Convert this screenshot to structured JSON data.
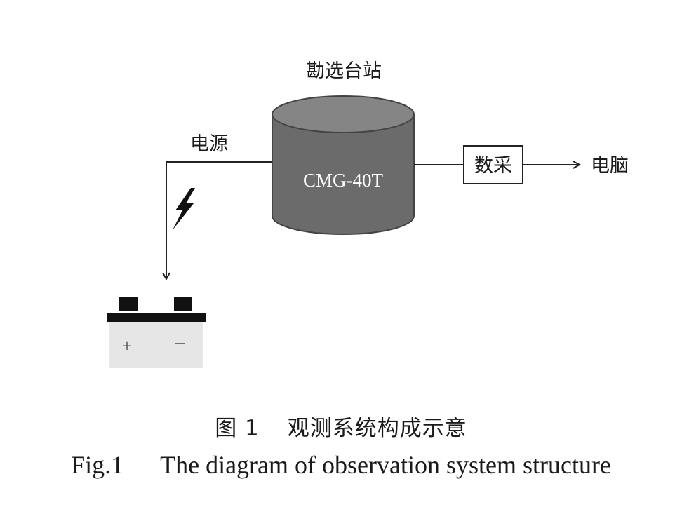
{
  "diagram": {
    "station_label": "勘选台站",
    "device_label": "CMG-40T",
    "power_label": "电源",
    "daq_label": "数采",
    "computer_label": "电脑",
    "battery_plus": "+",
    "battery_minus": "−"
  },
  "caption": {
    "cn_number": "图 1",
    "cn_text": "观测系统构成示意",
    "en_number": "Fig.1",
    "en_text": "The diagram of observation system structure"
  },
  "colors": {
    "cylinder_body": "#6b6b6b",
    "cylinder_top": "#7d7d7d",
    "line": "#222222",
    "battery_body": "#e6e6e6"
  },
  "icons": [
    "lightning-bolt-icon",
    "battery-icon",
    "arrow-right-icon",
    "arrow-down-icon"
  ]
}
